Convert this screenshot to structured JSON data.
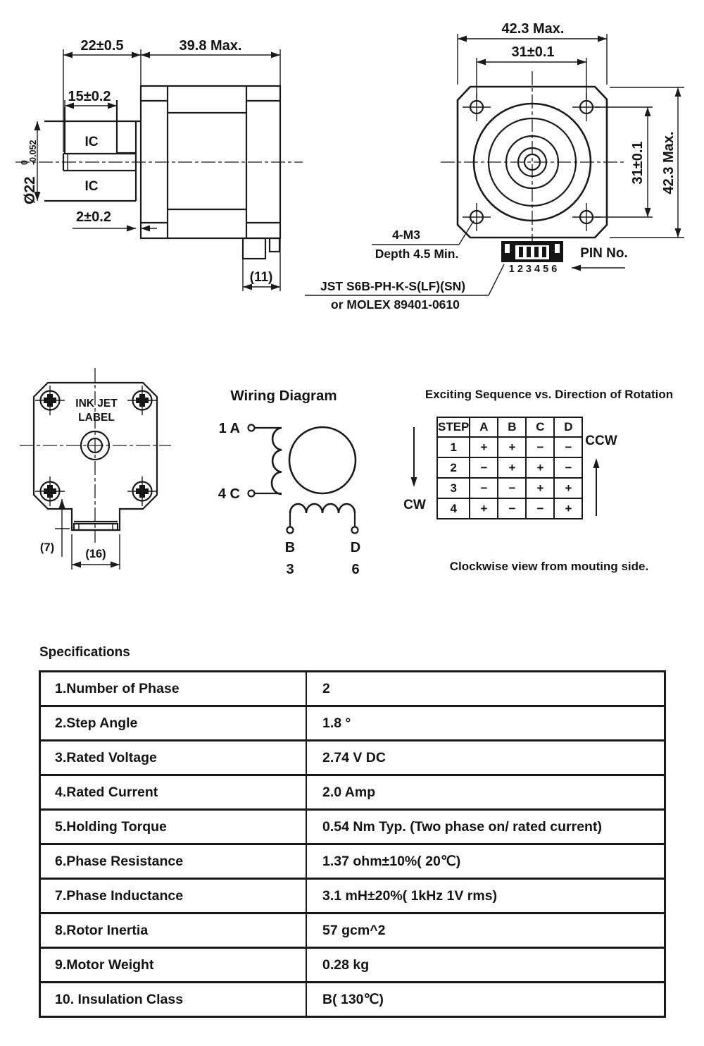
{
  "side_view": {
    "dim_shaft_section": "22±0.5",
    "dim_body_length": "39.8 Max.",
    "dim_flat_length": "15±0.2",
    "shaft_dia_prefix": "Ø22",
    "shaft_dia_tol_upper": "0",
    "shaft_dia_tol_lower": "-0.052",
    "flat_label_top": "IC",
    "flat_label_bottom": "IC",
    "dim_boss_depth": "2±0.2",
    "dim_connector_width": "(11)"
  },
  "front_view": {
    "dim_overall_width": "42.3 Max.",
    "dim_hole_pitch_horizontal": "31±0.1",
    "dim_hole_pitch_vertical": "31±0.1",
    "dim_overall_height": "42.3 Max.",
    "mounting_hole_note_line1": "4-M3",
    "mounting_hole_note_line2": "Depth 4.5 Min.",
    "pin_numbers": "1 2 3 4 5 6",
    "pin_label": "PIN No.",
    "connector_note_line1": "JST S6B-PH-K-S(LF)(SN)",
    "connector_note_line2": "or MOLEX 89401-0610"
  },
  "rear_view": {
    "label_line1": "INK JET",
    "label_line2": "LABEL",
    "dim_tab_offset": "(7)",
    "dim_tab_width": "(16)"
  },
  "wiring_diagram": {
    "title": "Wiring Diagram",
    "terminal_1a": "1 A",
    "terminal_4c": "4 C",
    "terminal_b": "B",
    "terminal_d": "D",
    "pin_3": "3",
    "pin_6": "6"
  },
  "excitation": {
    "title": "Exciting Sequence vs. Direction of Rotation",
    "headers": [
      "STEP",
      "A",
      "B",
      "C",
      "D"
    ],
    "rows": [
      [
        "1",
        "+",
        "+",
        "−",
        "−"
      ],
      [
        "2",
        "−",
        "+",
        "+",
        "−"
      ],
      [
        "3",
        "−",
        "−",
        "+",
        "+"
      ],
      [
        "4",
        "+",
        "−",
        "−",
        "+"
      ]
    ],
    "cw_label": "CW",
    "ccw_label": "CCW",
    "caption": "Clockwise view from mouting side."
  },
  "specifications": {
    "title": "Specifications",
    "rows": [
      {
        "label": "1.Number of Phase",
        "value": "2"
      },
      {
        "label": "2.Step Angle",
        "value": "1.8 °"
      },
      {
        "label": "3.Rated Voltage",
        "value": "2.74 V DC"
      },
      {
        "label": "4.Rated Current",
        "value": "2.0 Amp"
      },
      {
        "label": "5.Holding Torque",
        "value": "0.54 Nm Typ. (Two phase on/ rated current)"
      },
      {
        "label": "6.Phase Resistance",
        "value": "1.37 ohm±10%( 20℃)"
      },
      {
        "label": "7.Phase Inductance",
        "value": "3.1 mH±20%( 1kHz 1V rms)"
      },
      {
        "label": "8.Rotor Inertia",
        "value": "57 gcm^2"
      },
      {
        "label": "9.Motor Weight",
        "value": "0.28 kg"
      },
      {
        "label": "10. Insulation Class",
        "value": "B( 130℃)"
      }
    ]
  }
}
